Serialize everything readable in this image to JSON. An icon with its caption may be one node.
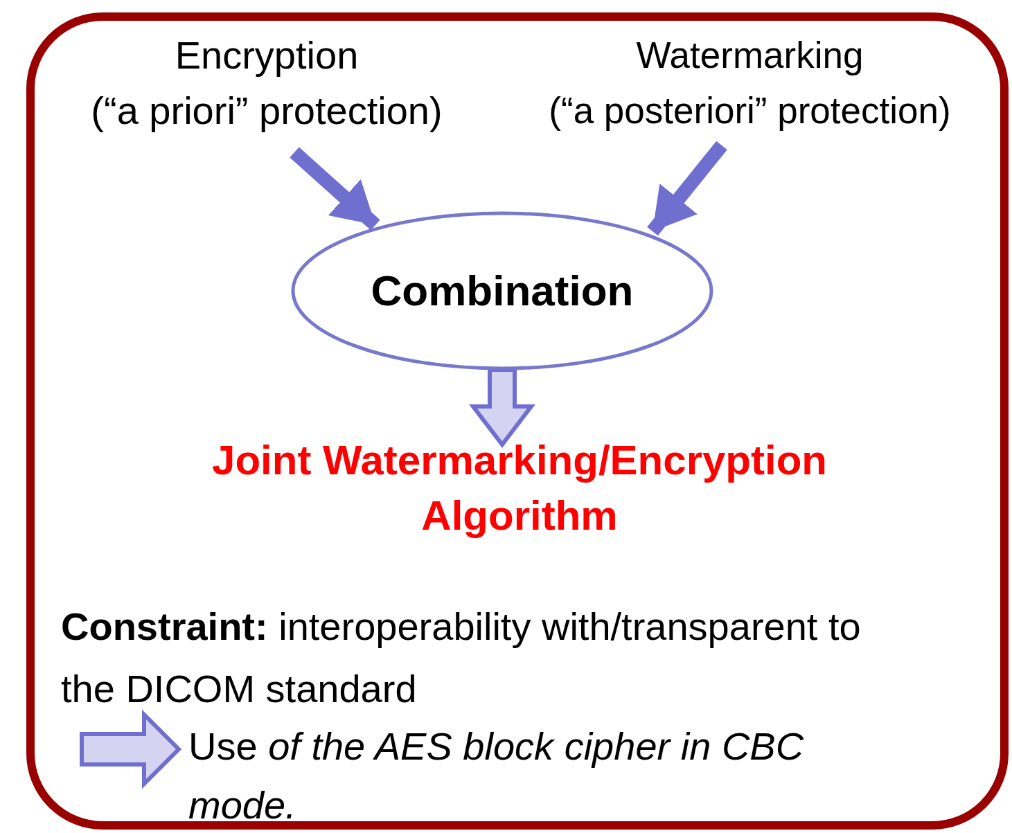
{
  "diagram": {
    "nodes": [
      {
        "text": [],
        "shape": "box"
      },
      {
        "text": [
          "Encryption",
          "(“a priori” protection)"
        ],
        "in": 0
      },
      {
        "text": [
          "Watermarking",
          "(“a posteriori” protection)"
        ],
        "in": 0
      },
      {
        "text": [
          "Combination"
        ],
        "in": 0
      },
      {
        "text": [
          "Joint Watermarking/Encryption Algorithm"
        ],
        "in": 0
      },
      {
        "text": [
          "Use *of the AES block cipher in CBC mode.*"
        ],
        "in": 0
      }
    ],
    "edges": [
      {
        "from": 1,
        "to": 3,
        "arrow": "to"
      },
      {
        "from": 2,
        "to": 3,
        "arrow": "to"
      },
      {
        "from": 3,
        "to": 4,
        "arrow": "to"
      },
      {
        "from": null,
        "to": 5,
        "arrow": "to"
      }
    ],
    "labels": [
      "**Constraint:** interoperability with/transparent to the DICOM standard"
    ]
  }
}
